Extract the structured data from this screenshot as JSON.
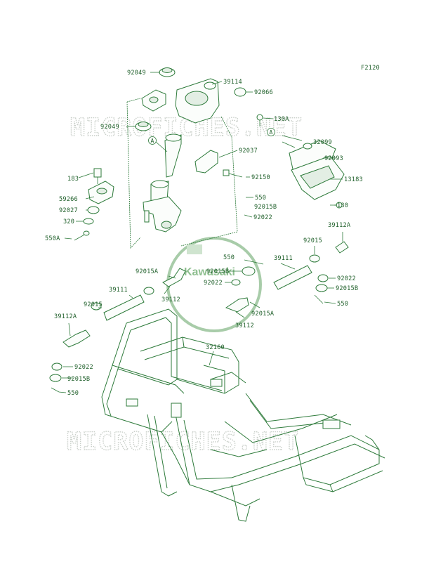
{
  "figure_code": "F2120",
  "watermark": "MICROFICHES.NET",
  "logo_text": "Kawasaki",
  "ref_marker": "A",
  "colors": {
    "ink": "#1d5e28",
    "line": "#2d7a3a",
    "watermark": "#c9cfc9",
    "logo": "#8fbf90"
  },
  "labels": {
    "p92049a": "92049",
    "p39114": "39114",
    "p92066": "92066",
    "p92049b": "92049",
    "p130a": "130A",
    "p32099": "32099",
    "p92037": "92037",
    "p92093": "92093",
    "p92150": "92150",
    "p13183": "13183",
    "p183": "183",
    "p550a": "550",
    "p59266": "59266",
    "p92015ba": "92015B",
    "p92027": "92027",
    "p130": "130",
    "p92022a": "92022",
    "p320": "320",
    "p39112aa": "39112A",
    "p550A": "550A",
    "p92015a": "92015",
    "p550b": "550",
    "p39111a": "39111",
    "p92015aa": "92015A",
    "p92015bb": "92015B",
    "p92022b": "92022",
    "p92022c": "92022",
    "p92015bc": "92015B",
    "p39111b": "39111",
    "p39112a": "39112",
    "p550c": "550",
    "p92015b": "92015",
    "p92015ab": "92015A",
    "p39112b": "39112",
    "p39112ab": "39112A",
    "p32160": "32160",
    "p92022d": "92022",
    "p92015bd": "92015B",
    "p550d": "550"
  }
}
